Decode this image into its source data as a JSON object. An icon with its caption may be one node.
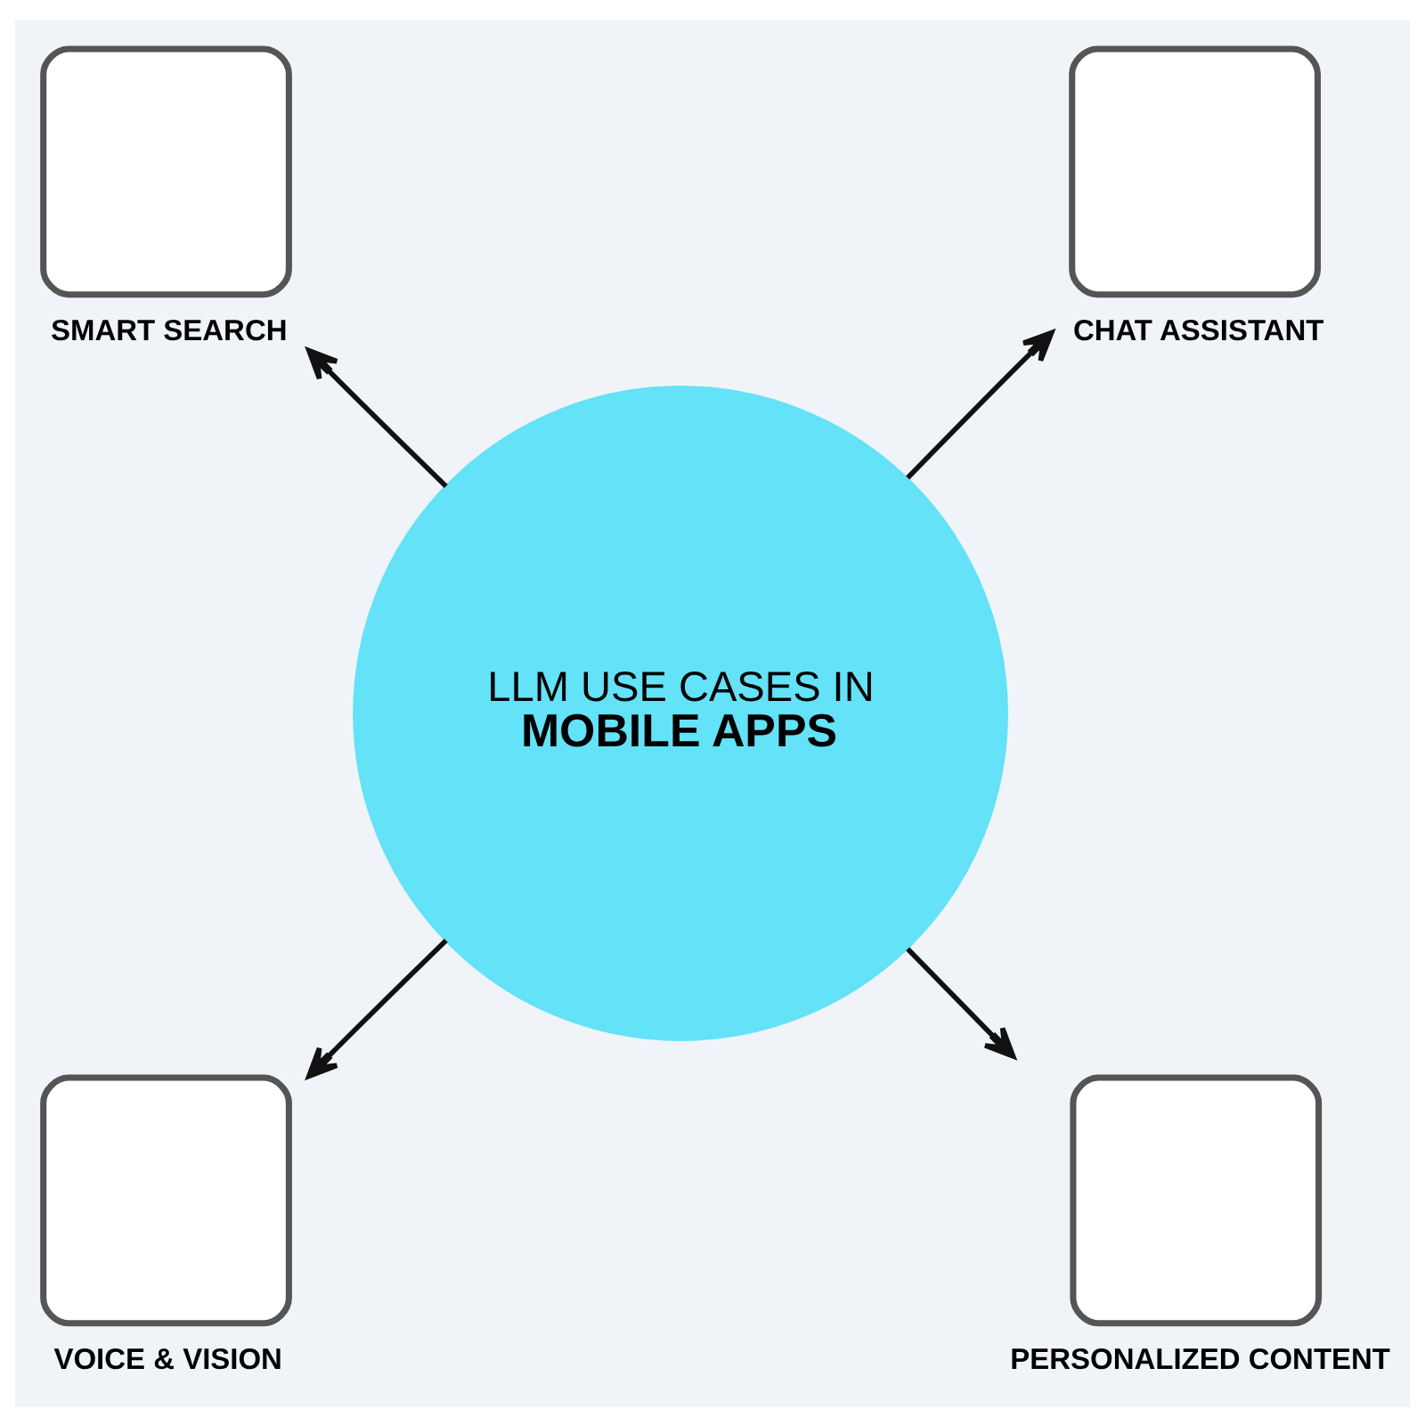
{
  "diagram": {
    "nodes": [
      {
        "text": [
          "CHAT ASSISTANT"
        ]
      },
      {
        "text": [
          "SMART SEARCH"
        ]
      },
      {
        "text": [
          "LLM USE CASES IN",
          "MOBILE APPS"
        ]
      },
      {
        "text": [
          "VOICE & VISION"
        ]
      },
      {
        "text": [
          "PERSONALIZED CONTENT"
        ]
      }
    ],
    "edges": [
      {
        "from": 2,
        "to": 0,
        "arrow": "to"
      },
      {
        "from": 2,
        "to": 1,
        "arrow": "to"
      },
      {
        "from": 2,
        "to": 3,
        "arrow": "to"
      },
      {
        "from": 2,
        "to": 4,
        "arrow": "to"
      }
    ]
  }
}
